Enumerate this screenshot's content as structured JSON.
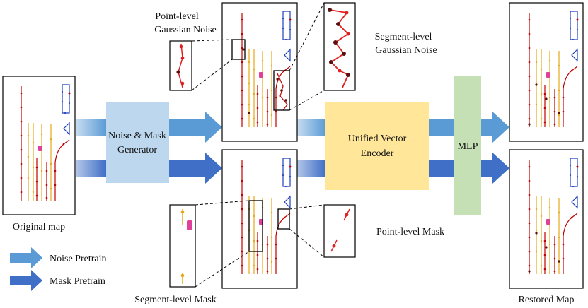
{
  "labels": {
    "original_map": "Original map",
    "restored_map": "Restored Map",
    "point_noise": [
      "Point-level",
      "Gaussian Noise"
    ],
    "segment_noise": [
      "Segment-level",
      "Gaussian Noise"
    ],
    "point_mask": "Point-level Mask",
    "segment_mask": "Segment-level Mask"
  },
  "blocks": {
    "noise_mask_generator": [
      "Noise & Mask",
      "Generator"
    ],
    "unified_encoder": [
      "Unified Vector",
      "Encoder"
    ],
    "mlp": "MLP"
  },
  "legend": {
    "noise_pretrain": "Noise Pretrain",
    "mask_pretrain": "Mask Pretrain"
  },
  "colors": {
    "noise_arrow": "#5b9bd5",
    "mask_arrow": "#3f6fc6",
    "generator_fill": "#bdd7ee",
    "encoder_fill": "#ffe699",
    "mlp_fill": "#c5e0b4",
    "red_lane": "#c00000",
    "orange_lane": "#e6a817",
    "blue_lane": "#1f3fbf"
  }
}
